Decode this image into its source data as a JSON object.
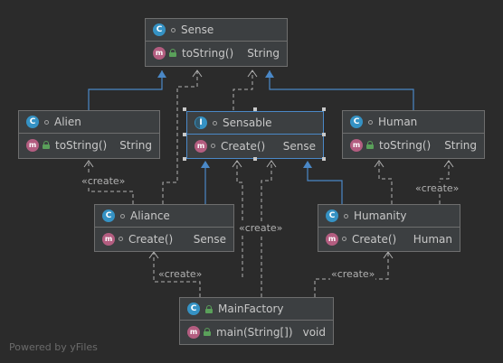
{
  "classes": {
    "sense": {
      "name": "Sense",
      "method": "toString()",
      "type": "String"
    },
    "alien": {
      "name": "Alien",
      "method": "toString()",
      "type": "String"
    },
    "sensable": {
      "name": "Sensable",
      "method": "Create()",
      "type": "Sense"
    },
    "human": {
      "name": "Human",
      "method": "toString()",
      "type": "String"
    },
    "aliance": {
      "name": "Aliance",
      "method": "Create()",
      "type": "Sense"
    },
    "humanity": {
      "name": "Humanity",
      "method": "Create()",
      "type": "Human"
    },
    "mainfactory": {
      "name": "MainFactory",
      "method": "main(String[])",
      "type": "void"
    }
  },
  "icons": {
    "class_letter": "C",
    "interface_letter": "I",
    "method_letter": "m"
  },
  "edge_labels": {
    "alien_create": "«create»",
    "human_create": "«create»",
    "sensable_create": "«create»",
    "aliance_create": "«create»",
    "humanity_create": "«create»"
  },
  "watermark": "Powered by yFiles",
  "colors": {
    "background": "#2b2b2b",
    "node_fill": "#3c3f41",
    "inheritance_edge": "#4a88c7",
    "dependency_edge": "#b0b0b0",
    "class_icon": "#3592c4",
    "method_icon": "#b35d80"
  }
}
